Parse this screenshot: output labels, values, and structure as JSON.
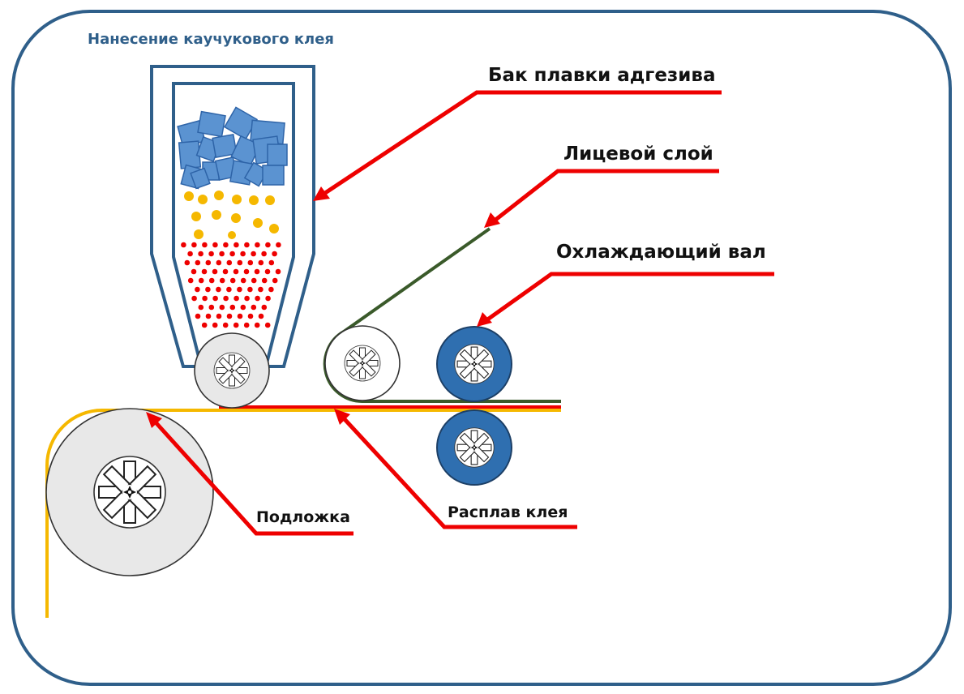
{
  "title": "Нанесение каучукового клея",
  "labels": {
    "tank": "Бак плавки адгезива",
    "face_layer": "Лицевой слой",
    "cooling_roll": "Охлаждающий вал",
    "substrate": "Подложка",
    "glue_melt": "Расплав клея"
  },
  "colors": {
    "frame": "#2f5f8a",
    "pointer": "#ee0000",
    "substrate_line": "#f5b800",
    "face_line": "#3a5a2a",
    "adhesive_melt": "#ee0000",
    "pellets": "#f5b800",
    "blocks": "#5b93d1",
    "cooling_roll": "#2f6fb0",
    "roll_gray": "#e8e8e8"
  },
  "icons": [
    "hopper-icon",
    "roll-hub-icon",
    "arrow-pointer-icon"
  ]
}
